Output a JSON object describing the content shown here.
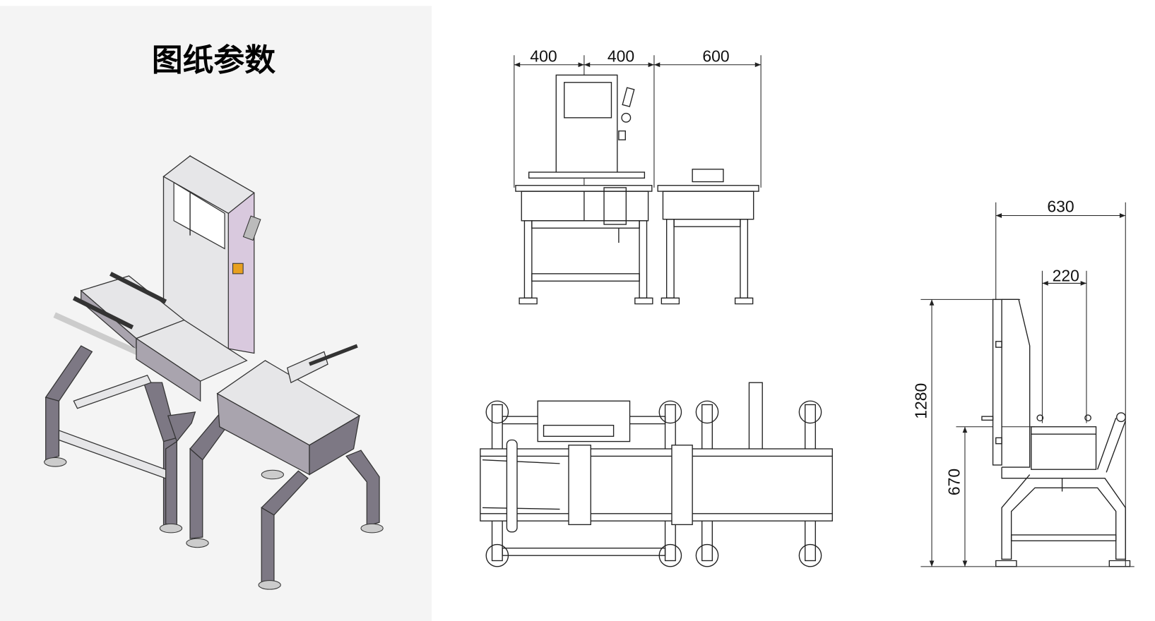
{
  "panel": {
    "title": "图纸参数"
  },
  "front_view": {
    "dimensions": [
      "400",
      "400",
      "600"
    ]
  },
  "side_view": {
    "dimensions": {
      "depth": "630",
      "belt_width": "220",
      "height": "1280",
      "conveyor_height": "670"
    }
  },
  "colors": {
    "panel_background": "#f4f4f4",
    "machine_frame": "#7d7884",
    "machine_panel": "#d9c9de"
  }
}
